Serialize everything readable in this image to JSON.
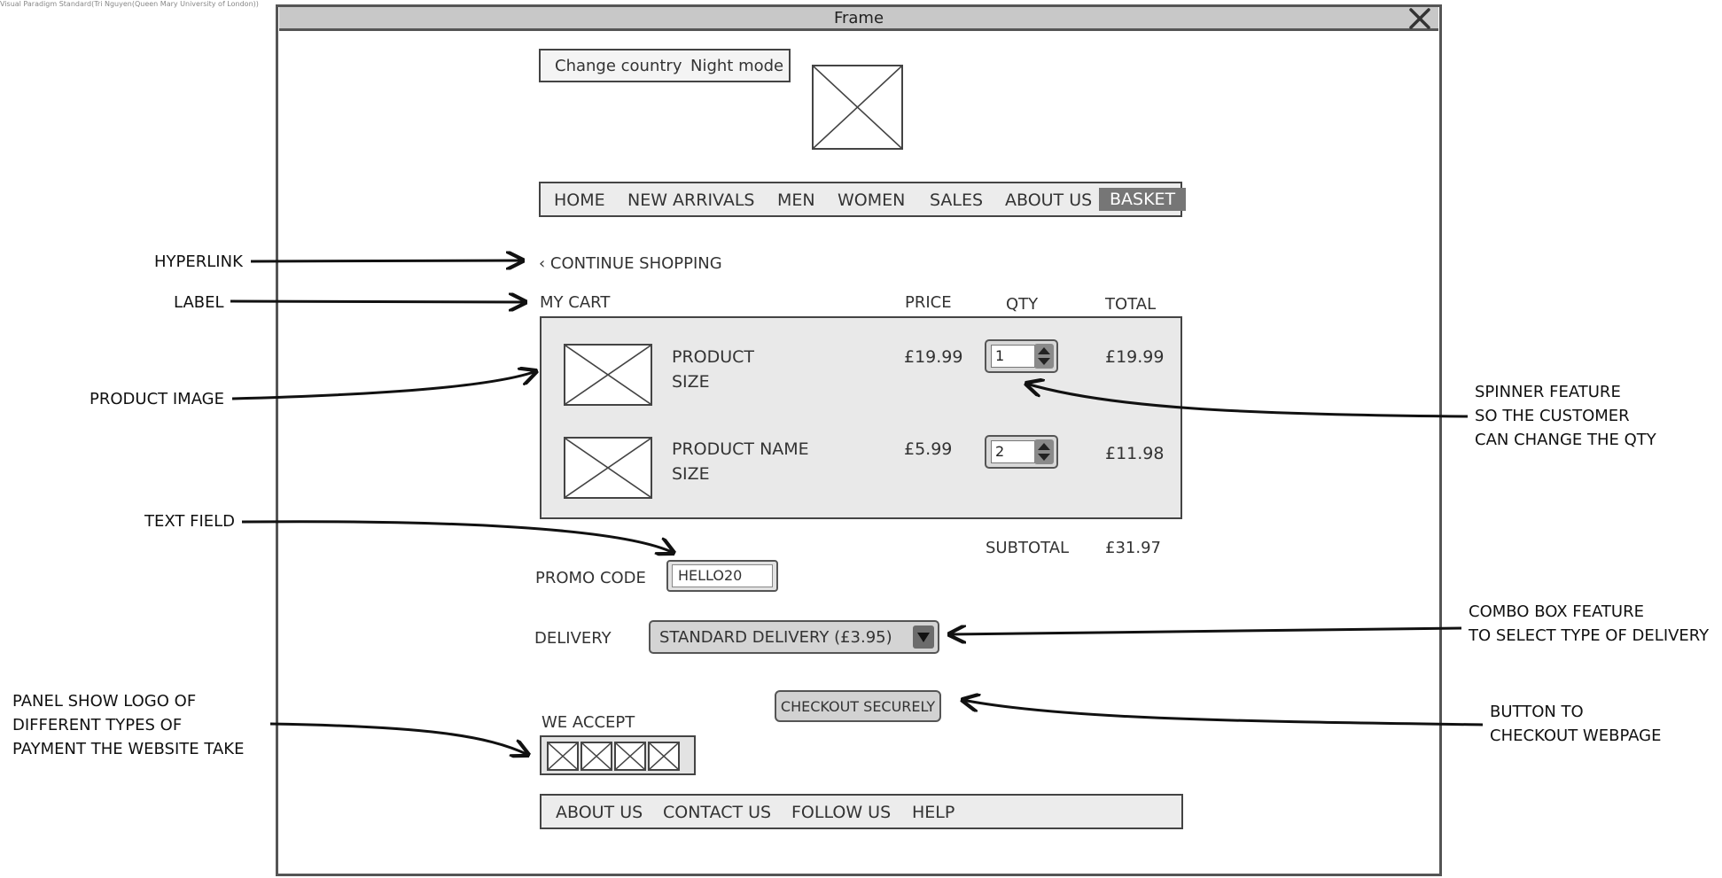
{
  "watermark": "Visual Paradigm Standard(Tri Nguyen(Queen Mary University of London))",
  "frame": {
    "title": "Frame"
  },
  "topbar": {
    "change_country": "Change country",
    "night_mode": "Night mode"
  },
  "nav": {
    "items": [
      "HOME",
      "NEW ARRIVALS",
      "MEN",
      "WOMEN",
      "SALES",
      "ABOUT US",
      "BASKET"
    ],
    "active": "BASKET"
  },
  "cart": {
    "continue_shopping": "‹ CONTINUE SHOPPING",
    "my_cart": "MY CART",
    "headers": {
      "price": "PRICE",
      "qty": "QTY",
      "total": "TOTAL"
    },
    "items": [
      {
        "name": "PRODUCT",
        "size": "SIZE",
        "price": "£19.99",
        "qty": "1",
        "total": "£19.99"
      },
      {
        "name": "PRODUCT NAME",
        "size": "SIZE",
        "price": "£5.99",
        "qty": "2",
        "total": "£11.98"
      }
    ],
    "subtotal_label": "SUBTOTAL",
    "subtotal_value": "£31.97"
  },
  "promo": {
    "label": "PROMO CODE",
    "value": "HELLO20"
  },
  "delivery": {
    "label": "DELIVERY",
    "selected": "STANDARD DELIVERY (£3.95)"
  },
  "checkout": {
    "label": "CHECKOUT SECURELY"
  },
  "payment": {
    "label": "WE ACCEPT"
  },
  "footer": {
    "items": [
      "ABOUT US",
      "CONTACT US",
      "FOLLOW US",
      "HELP"
    ]
  },
  "annotations": {
    "hyperlink": "HYPERLINK",
    "label": "LABEL",
    "product_image": "PRODUCT IMAGE",
    "text_field": "TEXT FIELD",
    "payment_panel": [
      "PANEL SHOW LOGO OF",
      "DIFFERENT TYPES OF",
      "PAYMENT THE WEBSITE TAKE"
    ],
    "spinner": [
      "SPINNER FEATURE",
      "SO THE CUSTOMER",
      "CAN CHANGE THE QTY"
    ],
    "combo": [
      "COMBO BOX FEATURE",
      "TO SELECT TYPE OF DELIVERY"
    ],
    "button": [
      "BUTTON TO",
      "CHECKOUT WEBPAGE"
    ]
  }
}
